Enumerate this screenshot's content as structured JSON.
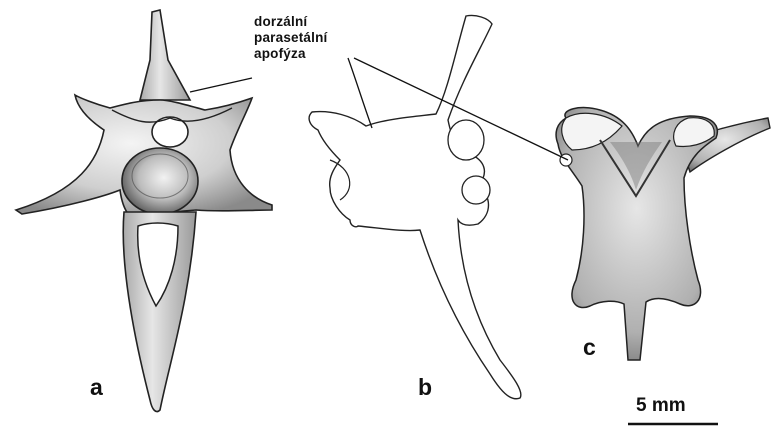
{
  "annotation": {
    "line1": "dorzální",
    "line2": "parasetální",
    "line3": "apofýza"
  },
  "panels": {
    "a": "a",
    "b": "b",
    "c": "c"
  },
  "scale_bar": {
    "label": "5 mm"
  }
}
